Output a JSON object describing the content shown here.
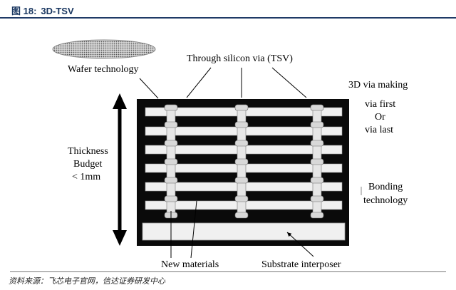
{
  "figure": {
    "number": "图 18:",
    "title": "3D-TSV"
  },
  "labels": {
    "wafer_technology": "Wafer technology",
    "tsv": "Through silicon via (TSV)",
    "via_making": "3D via making",
    "via_first": "via first",
    "or": "Or",
    "via_last": "via last",
    "thickness_line1": "Thickness",
    "thickness_line2": "Budget",
    "thickness_line3": "< 1mm",
    "bonding_line1": "Bonding",
    "bonding_line2": "technology",
    "new_materials": "New materials",
    "substrate_interposer": "Substrate interposer"
  },
  "source": "资料来源：飞芯电子官网，信达证券研发中心",
  "colors": {
    "title_text": "#17355f",
    "rule": "#1f3a66",
    "stack_dark": "#0a0a0a",
    "layer_light": "#f0f0f0"
  }
}
